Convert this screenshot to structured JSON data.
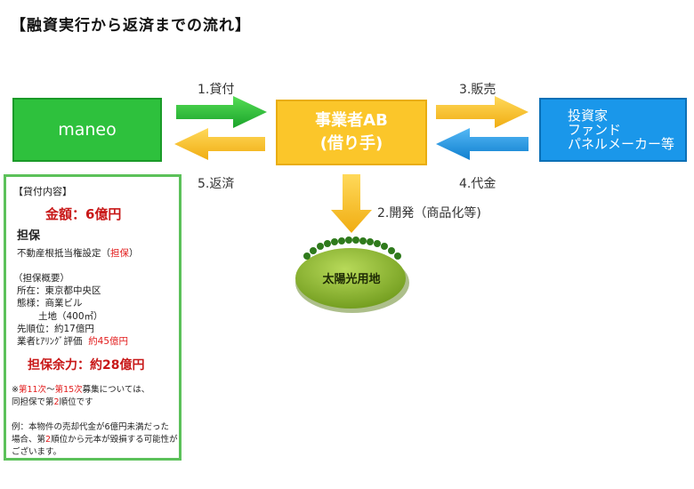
{
  "title": "【融資実行から返済までの流れ】",
  "nodes": {
    "maneo": "maneo",
    "business_line1": "事業者AB",
    "business_line2": "(借り手)",
    "investors_line1": "投資家",
    "investors_line2": "ファンド",
    "investors_line3": "パネルメーカー等",
    "land": "太陽光用地"
  },
  "arrows": {
    "lend": "1.貸付",
    "develop": "2.開発（商品化等)",
    "sell": "3.販売",
    "payment": "4.代金",
    "repay": "5.返済"
  },
  "colors": {
    "green": "#2ec13d",
    "yellow": "#fbc62a",
    "blue": "#1a97ea",
    "panel_border": "#5cc15a",
    "red": "#e21a1a"
  },
  "panel": {
    "heading": "【貸付内容】",
    "amount": "金額：6億円",
    "collateral_title": "担保",
    "collateral_desc_prefix": "不動産根抵当権設定（",
    "collateral_desc_red": "担保",
    "collateral_desc_suffix": "）",
    "overview_title": "（担保概要）",
    "location": "所在：東京都中央区",
    "type": "態様：商業ビル",
    "land_area": "土地（400㎡）",
    "priority": "先順位：約17億円",
    "hearing_label": "業者ﾋｱﾘﾝｸﾞ評価",
    "hearing_value": "約45億円",
    "margin": "担保余力：約28億円",
    "note1_prefix": "※",
    "note1_red1": "第11次",
    "note1_mid": "～",
    "note1_red2": "第15次",
    "note1_suffix": "募集については、",
    "note2_prefix": "同担保で第",
    "note2_red": "2",
    "note2_suffix": "順位です",
    "example_line1": "例：本物件の売却代金が6億円未満だった",
    "example_line2_prefix": "場合、第",
    "example_line2_red": "2",
    "example_line2_suffix": "順位から元本が毀損する可能性が",
    "example_line3": "ございます。"
  }
}
